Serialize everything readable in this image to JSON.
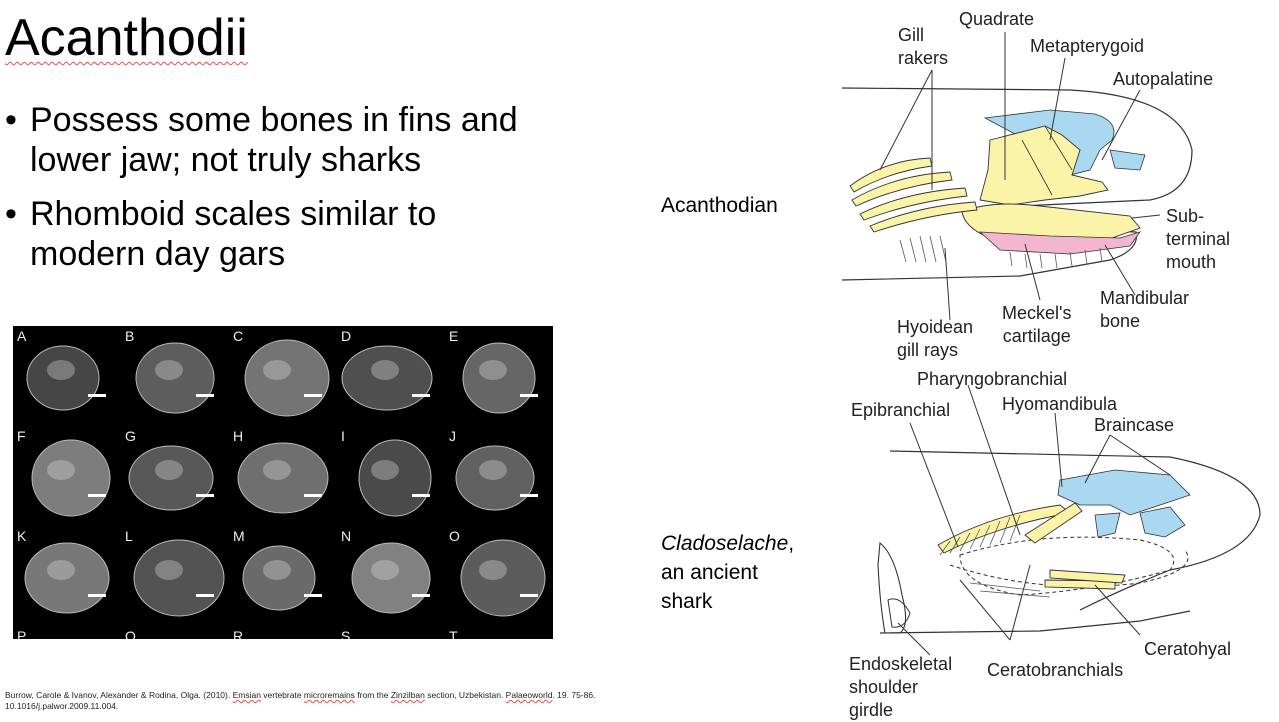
{
  "slide": {
    "title": "Acanthodii",
    "bullets": [
      "Possess some bones in fins and lower jaw; not truly sharks",
      "Rhomboid scales similar to modern day gars"
    ]
  },
  "scales_figure": {
    "tiles": [
      {
        "label": "A"
      },
      {
        "label": "B"
      },
      {
        "label": "C"
      },
      {
        "label": "D"
      },
      {
        "label": "E"
      },
      {
        "label": "F"
      },
      {
        "label": "G"
      },
      {
        "label": "H"
      },
      {
        "label": "I"
      },
      {
        "label": "J"
      },
      {
        "label": "K"
      },
      {
        "label": "L"
      },
      {
        "label": "M"
      },
      {
        "label": "N"
      },
      {
        "label": "O"
      },
      {
        "label": "P"
      },
      {
        "label": "Q"
      },
      {
        "label": "R"
      },
      {
        "label": "S"
      },
      {
        "label": "T"
      }
    ]
  },
  "citation": {
    "line1_part1": "Burrow, Carole & Ivanov, Alexander & Rodina, Olga. (2010). ",
    "line1_emsian": "Emsian",
    "line1_part2": " vertebrate ",
    "line1_micro": "microremains",
    "line1_part3": " from the ",
    "line1_zinz": "Zinzilban",
    "line1_part4": " section, Uzbekistan. ",
    "line1_palaeo": "Palaeoworld",
    "line1_part5": ". 19. 75-86.",
    "line2": "10.1016/j.palwor.2009.11.004."
  },
  "acanthodian": {
    "side_label": "Acanthodian",
    "labels": {
      "quadrate": "Quadrate",
      "gill_rakers_1": "Gill",
      "gill_rakers_2": "rakers",
      "metapterygoid": "Metapterygoid",
      "autopalatine": "Autopalatine",
      "subterminal_1": "Sub-",
      "subterminal_2": "terminal",
      "subterminal_3": "mouth",
      "mandibular_1": "Mandibular",
      "mandibular_2": "bone",
      "meckels_1": "Meckel's",
      "meckels_2": "cartilage",
      "hyoidean_1": "Hyoidean",
      "hyoidean_2": "gill rays"
    }
  },
  "cladoselache": {
    "side_label_italic": "Cladoselache",
    "side_label_rest1": ",",
    "side_label_rest2": "an ancient",
    "side_label_rest3": "shark",
    "labels": {
      "pharyngobranchial": "Pharyngobranchial",
      "epibranchial": "Epibranchial",
      "hyomandibula": "Hyomandibula",
      "braincase": "Braincase",
      "endoskeletal_1": "Endoskeletal",
      "endoskeletal_2": "shoulder",
      "endoskeletal_3": "girdle",
      "ceratobranchials": "Ceratobranchials",
      "ceratohyal": "Ceratohyal"
    }
  },
  "colors": {
    "cartilage_yellow": "#fbf3a8",
    "bone_blue": "#a9d8f0",
    "meckel_pink": "#f4b6cf",
    "background": "#ffffff",
    "spellcheck_red": "#d9534f"
  }
}
